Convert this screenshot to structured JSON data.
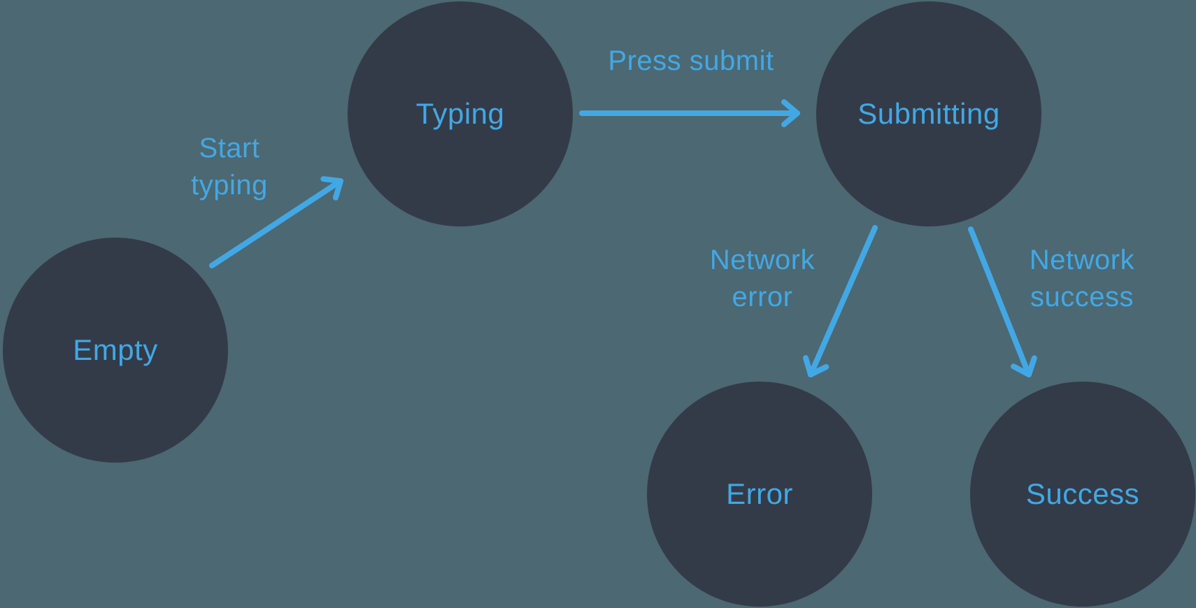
{
  "colors": {
    "background": "#4C6872",
    "node_fill": "#333B48",
    "accent_blue": "#42A8E5"
  },
  "diagram": {
    "type": "state-machine",
    "nodes": [
      {
        "id": "empty",
        "label": "Empty"
      },
      {
        "id": "typing",
        "label": "Typing"
      },
      {
        "id": "submitting",
        "label": "Submitting"
      },
      {
        "id": "error",
        "label": "Error"
      },
      {
        "id": "success",
        "label": "Success"
      }
    ],
    "edges": [
      {
        "from": "empty",
        "to": "typing",
        "label": "Start typing"
      },
      {
        "from": "typing",
        "to": "submitting",
        "label": "Press submit"
      },
      {
        "from": "submitting",
        "to": "error",
        "label": "Network error"
      },
      {
        "from": "submitting",
        "to": "success",
        "label": "Network success"
      }
    ]
  }
}
